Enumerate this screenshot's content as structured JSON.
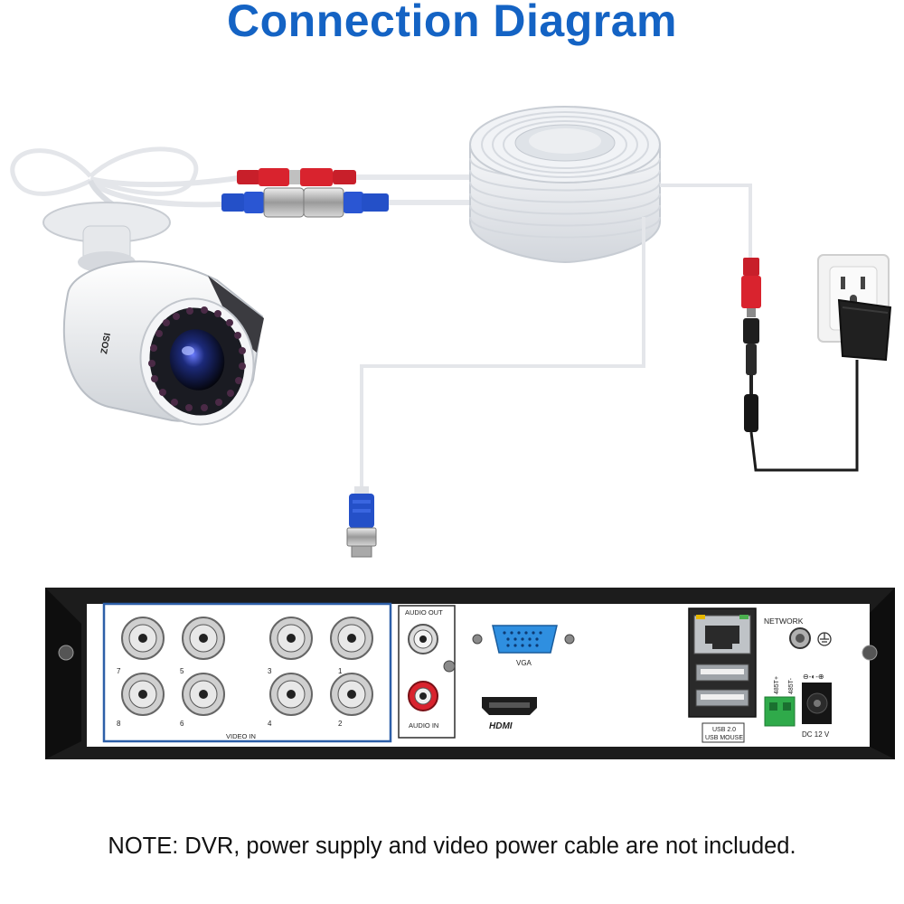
{
  "title": "Connection Diagram",
  "note": "NOTE: DVR, power supply and video power cable are not included.",
  "camera": {
    "brand": "ZOSI"
  },
  "dvr": {
    "video_in_label": "VIDEO IN",
    "ports_top": [
      "7",
      "5",
      "3",
      "1"
    ],
    "ports_bottom": [
      "8",
      "6",
      "4",
      "2"
    ],
    "audio_out_label": "AUDIO OUT",
    "audio_in_label": "AUDIO IN",
    "vga_label": "VGA",
    "hdmi_label": "HDMI",
    "network_label": "NETWORK",
    "usb_label_line1": "USB 2.0",
    "usb_label_line2": "USB MOUSE",
    "rs485_minus": "485T-",
    "rs485_plus": "485T+",
    "dc_label": "DC 12 V",
    "dc_polarity": "⊖-◐-⊕"
  },
  "colors": {
    "title": "#1463c4",
    "power_connector": "#d9232e",
    "video_connector": "#2450c8",
    "dvr_body": "#1c1c1c",
    "panel": "#ffffff",
    "video_in_box": "#2d5fa8",
    "vga_port": "#2f8fe0",
    "terminal": "#2faa4a"
  }
}
